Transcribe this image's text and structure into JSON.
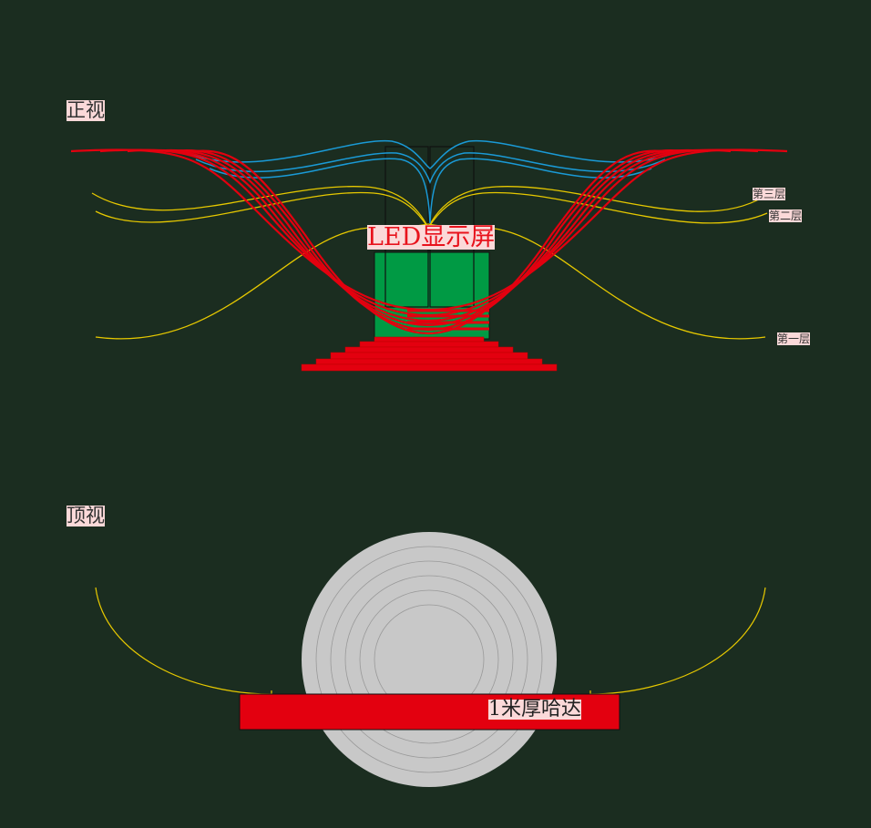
{
  "front_view": {
    "title": "正视",
    "screen_label": "LED显示屏",
    "layers": [
      "第三层",
      "第二层",
      "第一层"
    ]
  },
  "top_view": {
    "title": "顶视",
    "hada_label": "1米厚哈达"
  },
  "colors": {
    "background": "#1b2d20",
    "red": "#e3000f",
    "green": "#009a44",
    "blue": "#1a9ad6",
    "yellow": "#e6c800",
    "gray": "#c8c8c8"
  }
}
